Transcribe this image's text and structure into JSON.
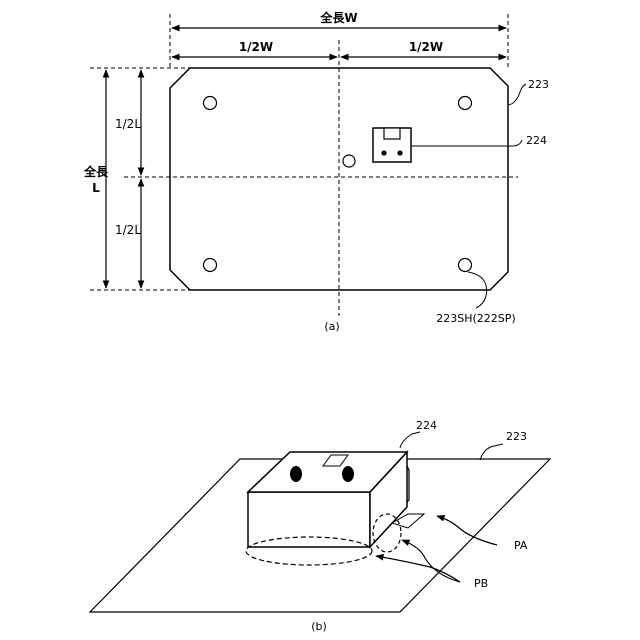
{
  "figure_a": {
    "total_width_label": "全長W",
    "half_width_left": "1/2W",
    "half_width_right": "1/2W",
    "total_length_label_line1": "全長",
    "total_length_label_line2": "L",
    "half_length_upper": "1/2L",
    "half_length_lower": "1/2L",
    "board_ref": "223",
    "component_ref": "224",
    "hole_ref": "223SH(222SP)",
    "caption": "(a)"
  },
  "figure_b": {
    "component_ref": "224",
    "board_ref": "223",
    "point_a": "PA",
    "point_b": "PB",
    "caption": "(b)"
  }
}
